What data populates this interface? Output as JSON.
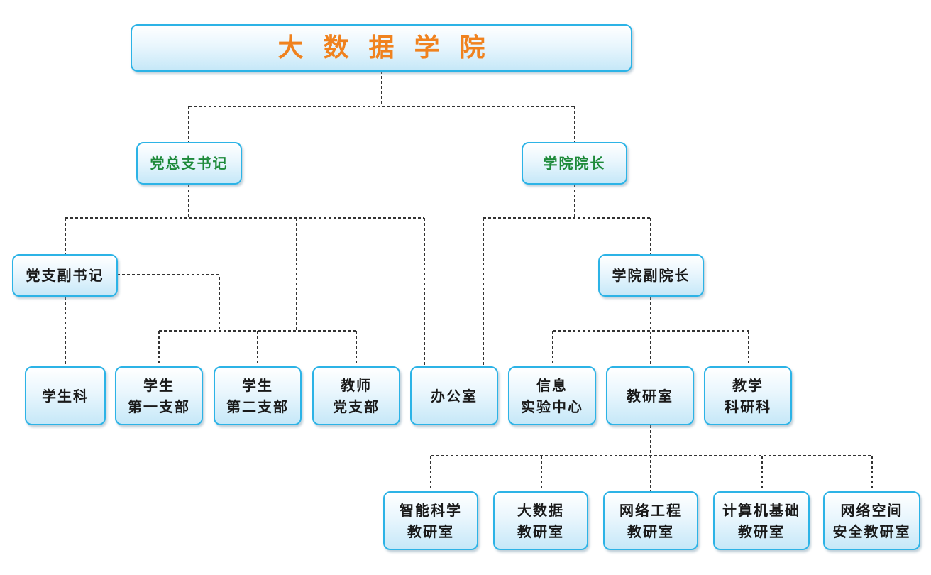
{
  "root": {
    "label": "大数据学院"
  },
  "level1": {
    "party_secretary": "党总支书记",
    "dean": "学院院长"
  },
  "level2": {
    "deputy_party_secretary": "党支副书记",
    "vice_dean": "学院副院长"
  },
  "units": {
    "student_affairs": "学生科",
    "student_branch_1": [
      "学生",
      "第一支部"
    ],
    "student_branch_2": [
      "学生",
      "第二支部"
    ],
    "teacher_branch": [
      "教师",
      "党支部"
    ],
    "office": "办公室",
    "info_lab_center": [
      "信息",
      "实验中心"
    ],
    "teaching_research_office": "教研室",
    "teaching_research_section": [
      "教学",
      "科研科"
    ]
  },
  "sub_offices": {
    "ai_science": [
      "智能科学",
      "教研室"
    ],
    "big_data": [
      "大数据",
      "教研室"
    ],
    "network_engineering": [
      "网络工程",
      "教研室"
    ],
    "computer_foundation": [
      "计算机基础",
      "教研室"
    ],
    "cyberspace_security": [
      "网络空间",
      "安全教研室"
    ]
  },
  "colors": {
    "box_border": "#2cb3e6",
    "title_text": "#f0821e",
    "level1_text": "#1d8a3a",
    "body_text": "#1a1a1a",
    "connector": "#333333"
  }
}
